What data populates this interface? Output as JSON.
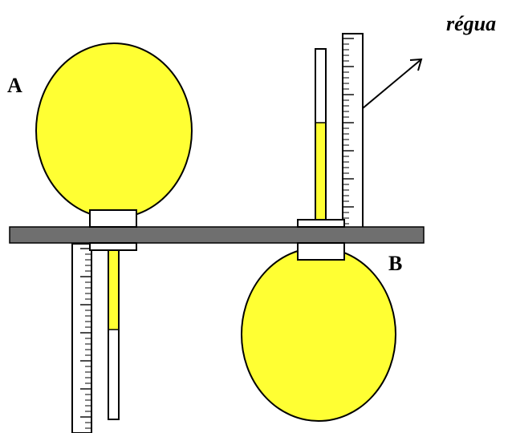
{
  "labels": {
    "bulb_a": "A",
    "bulb_b": "B",
    "ruler": "régua"
  },
  "colors": {
    "bulb_fill": "#ffff33",
    "liquid": "#ffff33",
    "shelf": "#6f6f6f",
    "outline": "#000000",
    "paper": "#ffffff"
  }
}
